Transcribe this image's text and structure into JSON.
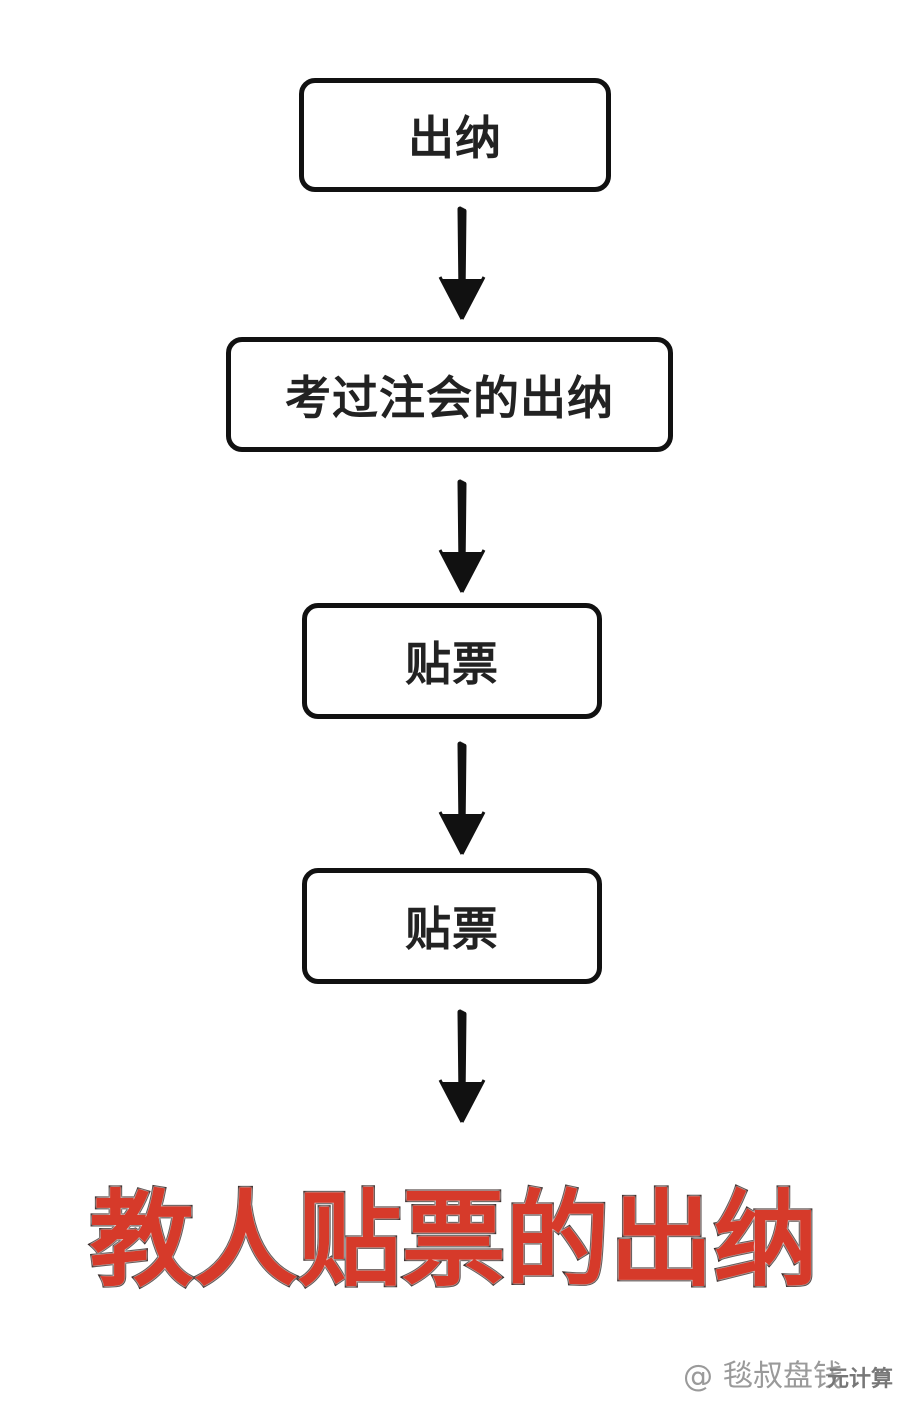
{
  "flow": {
    "steps": [
      {
        "label": "出纳"
      },
      {
        "label": "考过注会的出纳"
      },
      {
        "label": "贴票"
      },
      {
        "label": "贴票"
      }
    ],
    "final_label": "教人贴票的出纳"
  },
  "watermark": {
    "at_symbol": "@",
    "account": "毯叔盘",
    "account_tail": "钱",
    "overlay": "元计算"
  },
  "colors": {
    "box_border": "#111111",
    "box_text": "#222222",
    "arrow": "#111111",
    "final_text": "#d63a2a",
    "watermark": "#9a9a9a"
  },
  "icons": {
    "arrow": "arrow-down-icon"
  }
}
